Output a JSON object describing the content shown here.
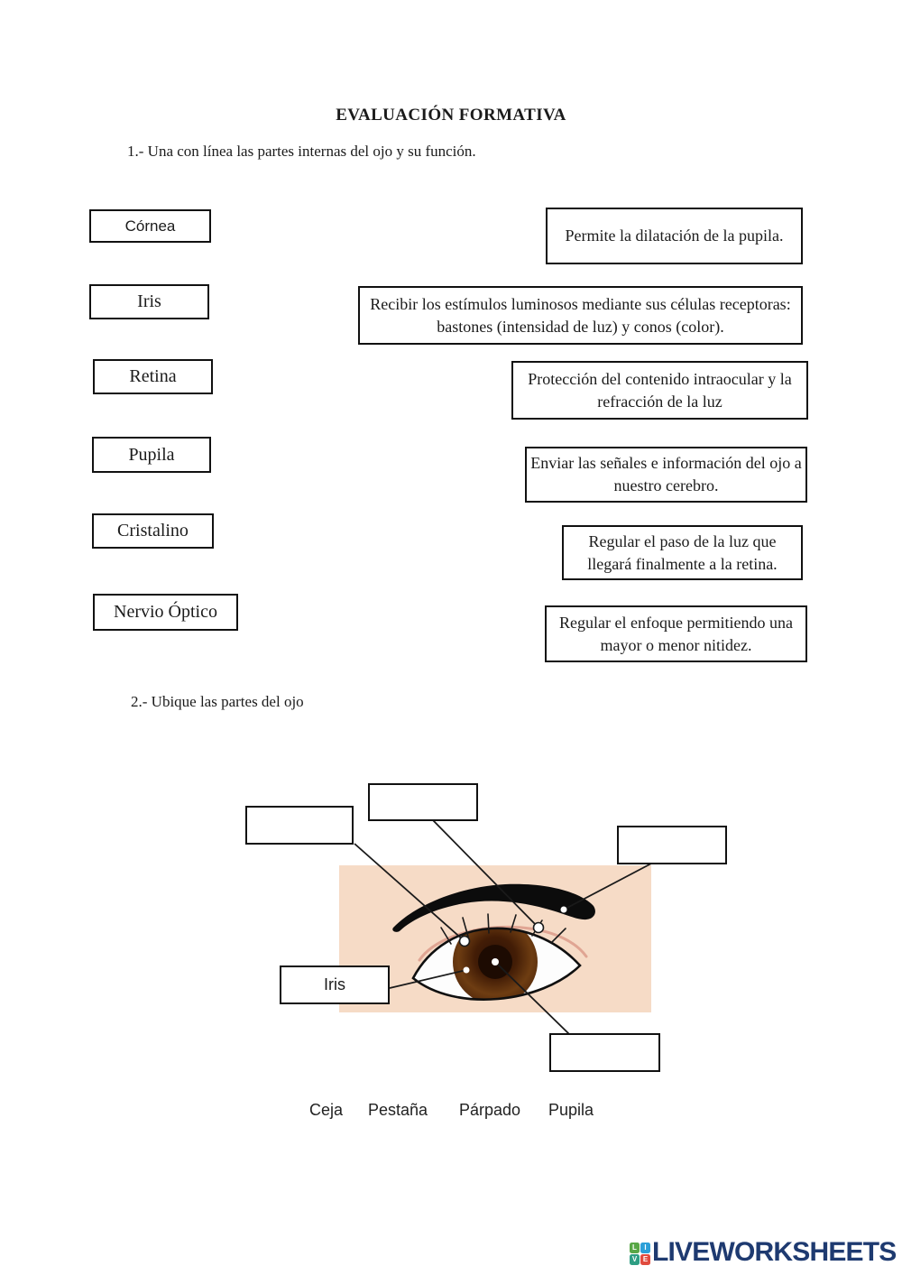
{
  "document": {
    "title": "EVALUACIÓN FORMATIVA",
    "question1": "1.- Una con línea las partes internas del ojo y su función.",
    "question2": "2.- Ubique las partes del ojo"
  },
  "matching": {
    "terms": [
      "Córnea",
      "Iris",
      "Retina",
      "Pupila",
      "Cristalino",
      "Nervio Óptico"
    ],
    "functions": [
      "Permite la dilatación de la pupila.",
      "Recibir los estímulos luminosos mediante sus células receptoras: bastones (intensidad de luz) y conos (color).",
      "Protección del contenido intraocular y la refracción de la luz",
      "Enviar las señales e información del ojo a nuestro cerebro.",
      "Regular el paso de la luz que llegará finalmente a la retina.",
      "Regular el enfoque permitiendo una mayor o menor nitidez."
    ]
  },
  "diagram": {
    "filled_box_label": "Iris",
    "empty_label_boxes": 4,
    "word_bank": [
      "Ceja",
      "Pestaña",
      "Párpado",
      "Pupila"
    ],
    "colors": {
      "skin_background": "#f6dbc6",
      "eyebrow": "#0c0c0c",
      "iris_brown": "#6e3d12",
      "pupil": "#1d0b02",
      "eyelid_crease": "#e0a593"
    }
  },
  "footer": {
    "brand": "LIVEWORKSHEETS",
    "brand_color": "#1e3a70",
    "icon_tiles": [
      {
        "letter": "L",
        "color": "#58a746"
      },
      {
        "letter": "I",
        "color": "#2b9fd8"
      },
      {
        "letter": "V",
        "color": "#2e9e83"
      },
      {
        "letter": "E",
        "color": "#e04b3f"
      }
    ]
  }
}
